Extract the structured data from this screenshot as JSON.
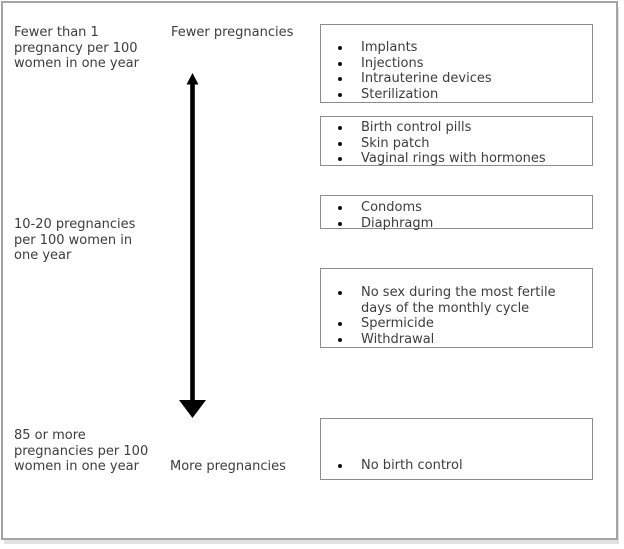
{
  "diagram": {
    "description_colors": {
      "text": "#3d3d3d",
      "box_border": "#8c8c8c",
      "frame_border": "#a4a4a4",
      "arrow": "#000000"
    },
    "rate_labels": [
      {
        "lines": [
          "Fewer than 1",
          "pregnancy per 100",
          "women in one year"
        ]
      },
      {
        "lines": [
          "10-20 pregnancies",
          "per 100 women in",
          "one year"
        ]
      },
      {
        "lines": [
          "85 or more",
          "pregnancies per 100",
          "women in one year"
        ]
      }
    ],
    "axis": {
      "top_label": "Fewer pregnancies",
      "bottom_label": "More pregnancies"
    },
    "boxes": [
      {
        "items": [
          "Implants",
          "Injections",
          "Intrauterine devices",
          "Sterilization"
        ]
      },
      {
        "items": [
          "Birth control pills",
          "Skin patch",
          "Vaginal rings with hormones"
        ]
      },
      {
        "items": [
          "Condoms",
          "Diaphragm"
        ]
      },
      {
        "items": [
          "No sex during the most fertile days of the monthly cycle",
          "Spermicide",
          "Withdrawal"
        ]
      },
      {
        "items": [
          "No birth control"
        ]
      }
    ]
  }
}
